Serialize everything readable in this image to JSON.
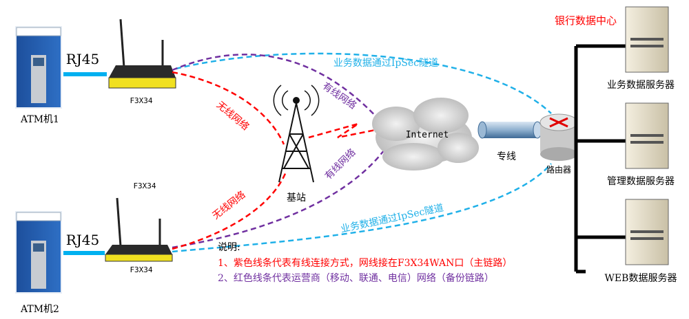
{
  "title": "ATM IpSec network diagram",
  "atms": [
    {
      "label": "ATM机1",
      "port": "RJ45",
      "router": "F3X34"
    },
    {
      "label": "ATM机2",
      "port": "RJ45",
      "router": "F3X34",
      "router_label_top": "F3X34"
    }
  ],
  "base_station": "基站",
  "internet": "Internet",
  "leased_line": "专线",
  "gateway_router": "路由器",
  "datacenter": {
    "title": "银行数据中心",
    "servers": [
      "业务数据服务器",
      "管理数据服务器",
      "WEB数据服务器"
    ]
  },
  "links": {
    "ipsec_top": "业务数据通过IpSec隧道",
    "ipsec_bottom": "业务数据通过IpSec隧道",
    "wired_top": "有线网络",
    "wired_bottom": "有线网络",
    "wireless_top": "无线网络",
    "wireless_bottom": "无线网络"
  },
  "notes": {
    "heading": "说明:",
    "line1": "1、紫色线条代表有线连接方式，网线接在F3X34WAN口（主链路）",
    "line2": "2、红色线条代表运营商（移动、联通、电信）网络（备份链路）"
  },
  "colors": {
    "ipsec": "#1fb0e8",
    "wired": "#7030a0",
    "wireless": "#ff0000",
    "bus": "#000000"
  }
}
